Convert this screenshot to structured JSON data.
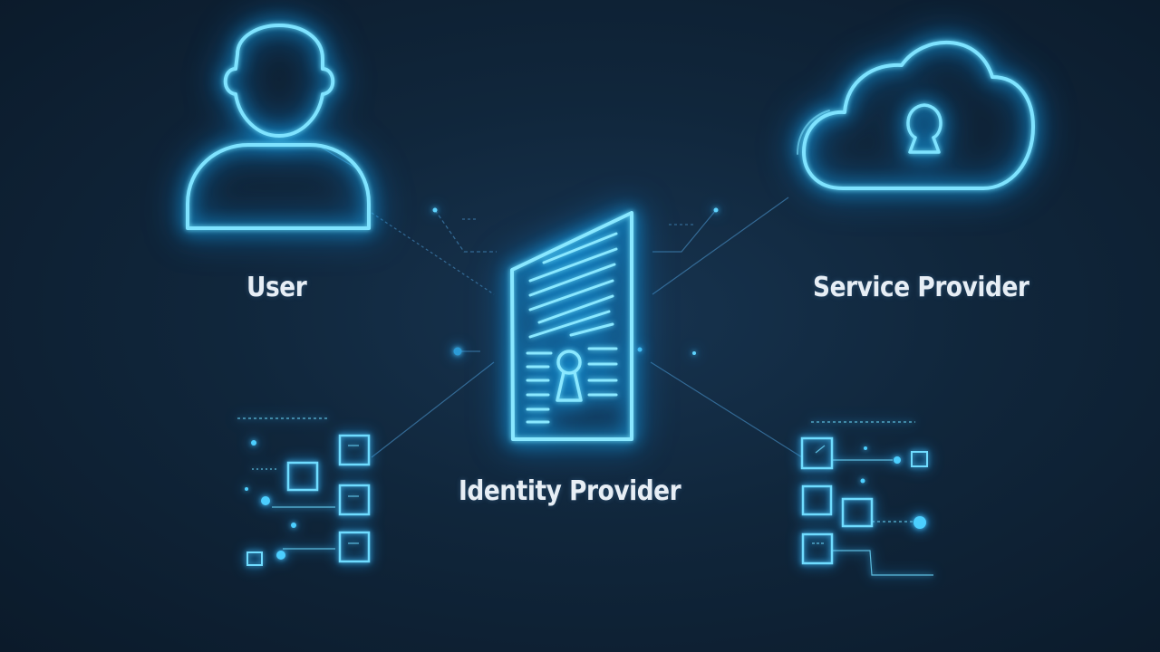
{
  "colors": {
    "background": "#10263b",
    "accent": "#5fd4ff",
    "label_text": "#e7eef5"
  },
  "nodes": {
    "user": {
      "label": "User",
      "icon": "user-icon"
    },
    "service_provider": {
      "label": "Service Provider",
      "icon": "cloud-lock-icon"
    },
    "identity_provider": {
      "label": "Identity Provider",
      "icon": "document-lock-icon"
    }
  },
  "decorations": {
    "left_cluster": "network-squares-icon",
    "right_cluster": "network-squares-icon"
  }
}
